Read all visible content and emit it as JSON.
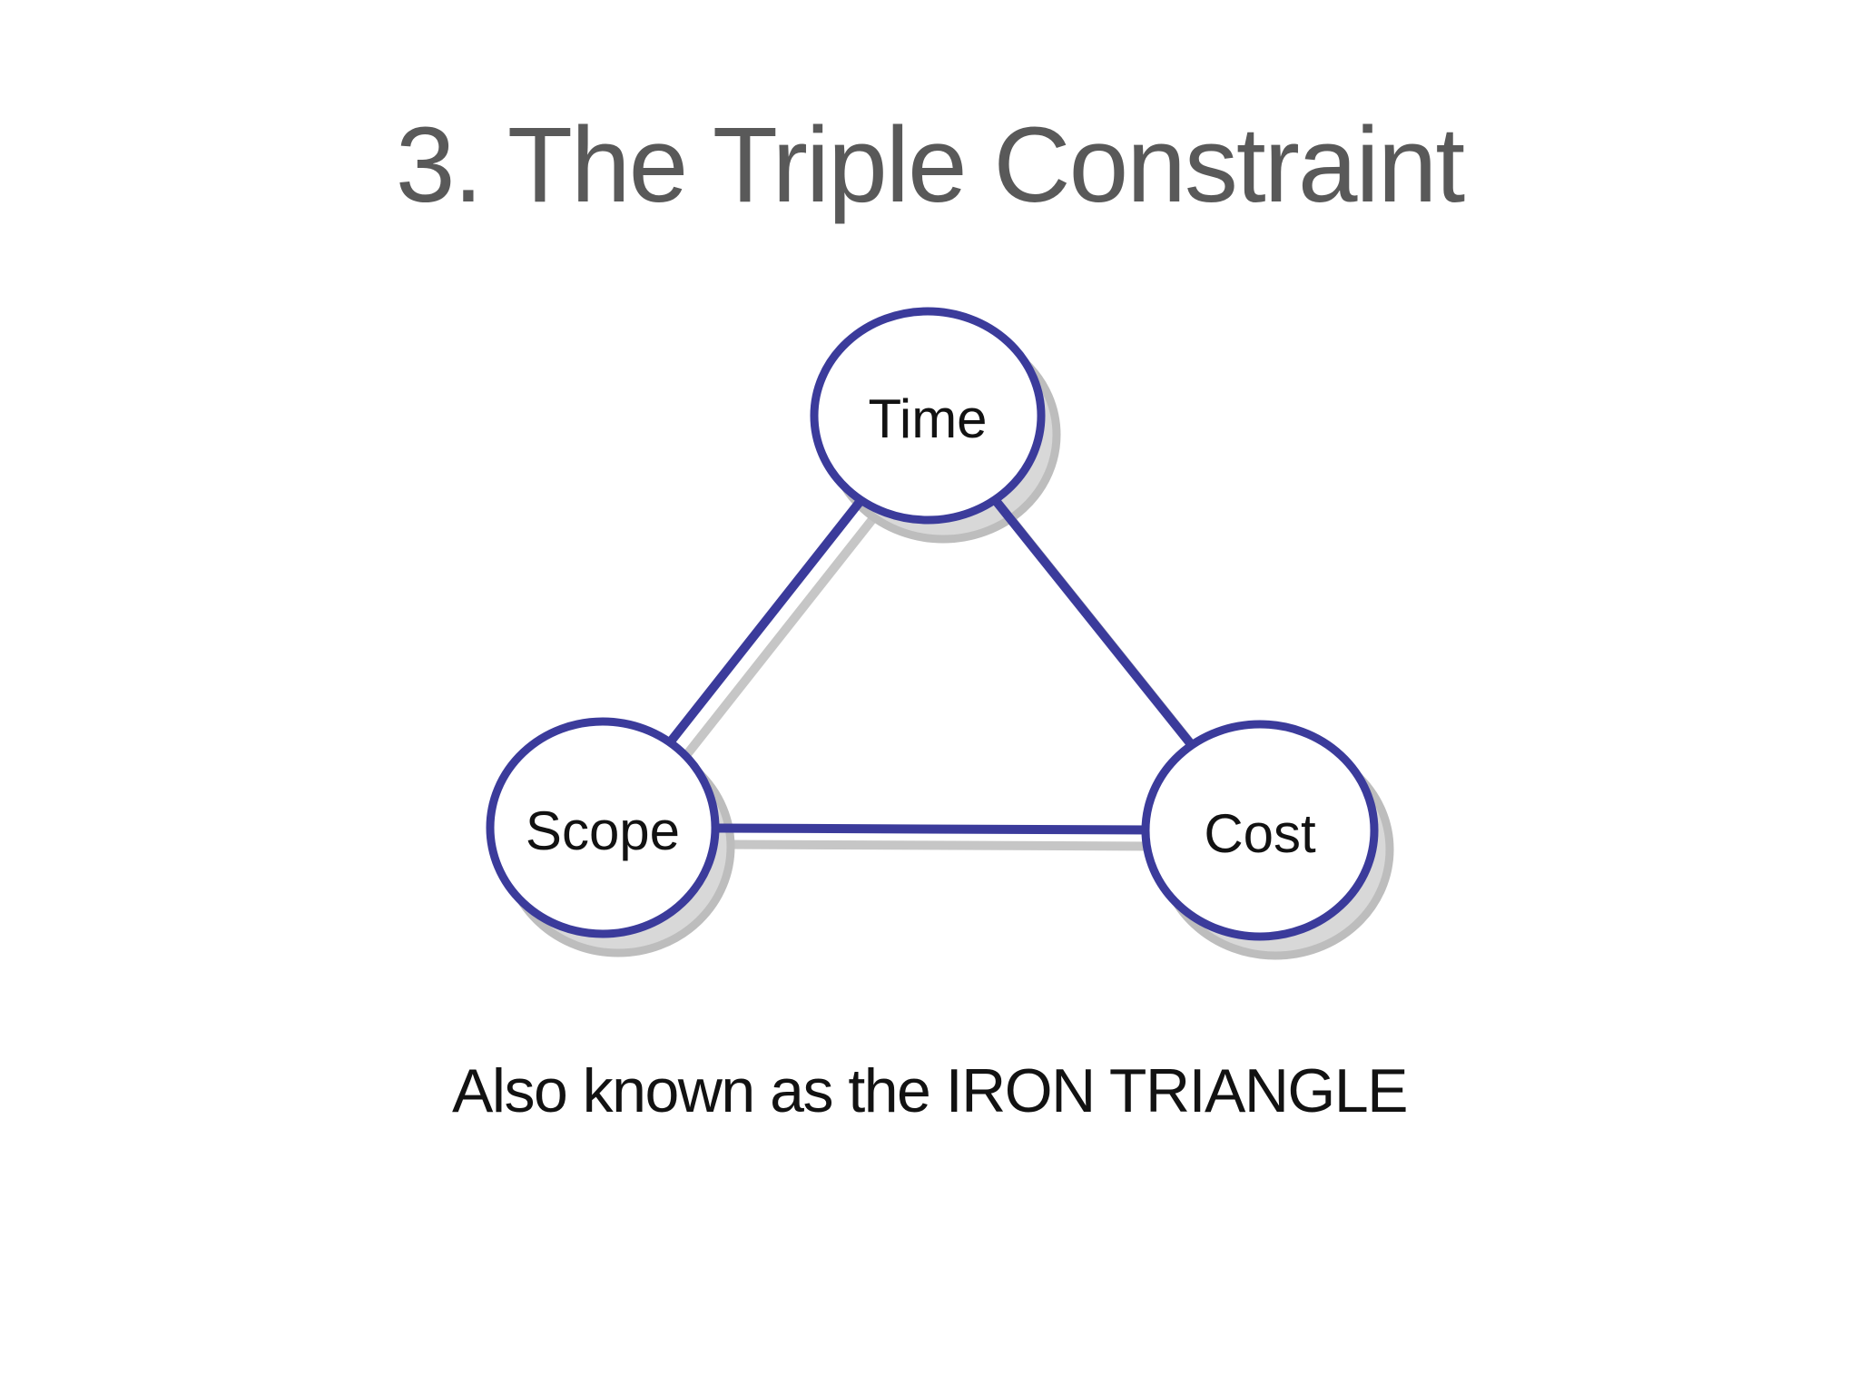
{
  "slide": {
    "title": "3. The Triple Constraint",
    "caption": "Also known as the IRON TRIANGLE",
    "background_color": "#ffffff",
    "title_color": "#595959",
    "text_color": "#121212"
  },
  "diagram": {
    "type": "triangle-network",
    "name": "triple-constraint-triangle",
    "accent_color": "#3b3b9b",
    "shadow_color": "#c6c6c6",
    "node_fill_color": "#ffffff",
    "nodes": [
      {
        "id": "time",
        "label": "Time",
        "position": "top"
      },
      {
        "id": "scope",
        "label": "Scope",
        "position": "bottom-left"
      },
      {
        "id": "cost",
        "label": "Cost",
        "position": "bottom-right"
      }
    ],
    "edges": [
      {
        "from": "time",
        "to": "scope"
      },
      {
        "from": "time",
        "to": "cost"
      },
      {
        "from": "scope",
        "to": "cost"
      }
    ]
  }
}
